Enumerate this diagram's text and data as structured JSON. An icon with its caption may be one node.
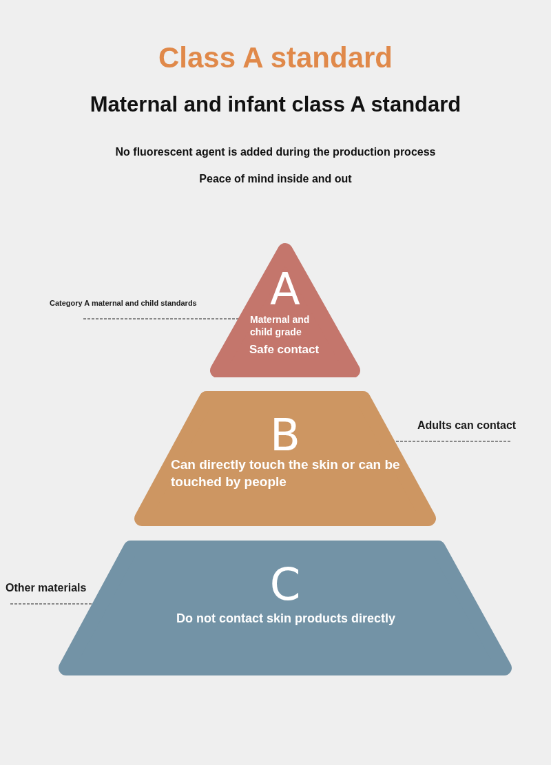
{
  "diagram": {
    "title": "Class A standard",
    "nodes": [
      {
        "text": [
          "A",
          "Maternal and child grade",
          "Safe contact"
        ]
      },
      {
        "text": [
          "B",
          "Can directly touch the skin or can be touched by people"
        ]
      },
      {
        "text": [
          "C",
          "Do not contact skin products directly"
        ]
      },
      {
        "text": [
          "Category A maternal and child standards"
        ]
      },
      {
        "text": [
          "Adults can contact"
        ]
      },
      {
        "text": [
          "Other materials"
        ]
      }
    ],
    "edges": [
      {
        "from": 3,
        "to": 0,
        "arrow": "none",
        "style": "dashed"
      },
      {
        "from": 4,
        "to": 1,
        "arrow": "none",
        "style": "dashed"
      },
      {
        "from": 5,
        "to": 2,
        "arrow": "none",
        "style": "dashed"
      }
    ],
    "labels": [
      "Maternal and infant class A standard",
      "No fluorescent agent is added during the production process",
      "Peace of mind inside and out"
    ]
  }
}
